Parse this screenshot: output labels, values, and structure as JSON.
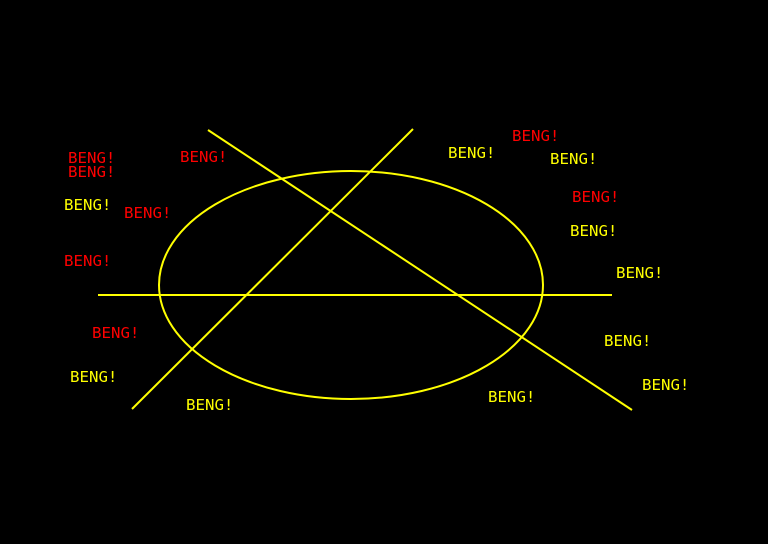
{
  "colors": {
    "background": "#000000",
    "yellow": "#ffff00",
    "red": "#ff0000"
  },
  "drawing": {
    "ellipse_color": "yellow",
    "line_color": "yellow"
  },
  "labels": [
    {
      "text": "BENG!",
      "color": "red"
    },
    {
      "text": "BENG!",
      "color": "red"
    },
    {
      "text": "BENG!",
      "color": "yellow"
    },
    {
      "text": "BENG!",
      "color": "red"
    },
    {
      "text": "BENG!",
      "color": "red"
    },
    {
      "text": "BENG!",
      "color": "red"
    },
    {
      "text": "BENG!",
      "color": "yellow"
    },
    {
      "text": "BENG!",
      "color": "yellow"
    },
    {
      "text": "BENG!",
      "color": "red"
    },
    {
      "text": "BENG!",
      "color": "yellow"
    },
    {
      "text": "BENG!",
      "color": "red"
    },
    {
      "text": "BENG!",
      "color": "yellow"
    },
    {
      "text": "BENG!",
      "color": "red"
    },
    {
      "text": "BENG!",
      "color": "yellow"
    },
    {
      "text": "BENG!",
      "color": "yellow"
    },
    {
      "text": "BENG!",
      "color": "yellow"
    },
    {
      "text": "BENG!",
      "color": "yellow"
    }
  ]
}
